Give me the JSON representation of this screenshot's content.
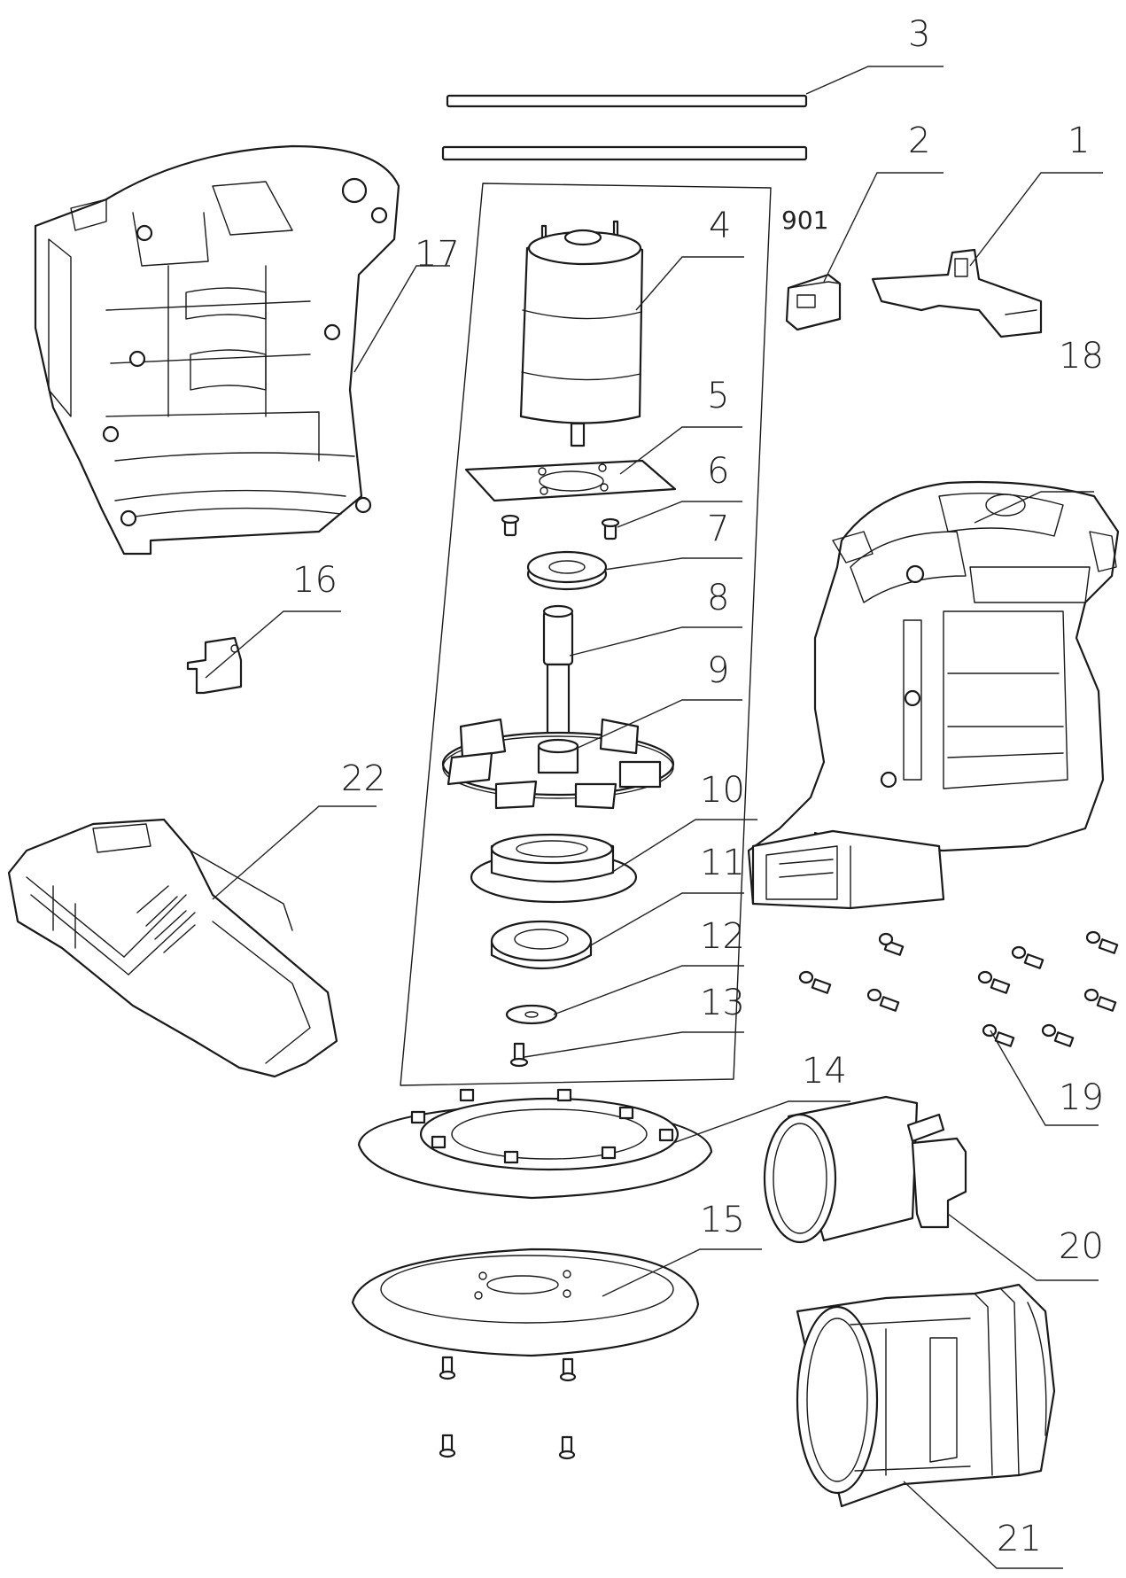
{
  "diagram": {
    "part_numbers": {
      "p1": "1",
      "p2": "2",
      "p3": "3",
      "p4": "4",
      "p5": "5",
      "p6": "6",
      "p7": "7",
      "p8": "8",
      "p9": "9",
      "p10": "10",
      "p11": "11",
      "p12": "12",
      "p13": "13",
      "p14": "14",
      "p15": "15",
      "p16": "16",
      "p17": "17",
      "p18": "18",
      "p19": "19",
      "p20": "20",
      "p21": "21",
      "p22": "22",
      "p901": "901"
    }
  }
}
